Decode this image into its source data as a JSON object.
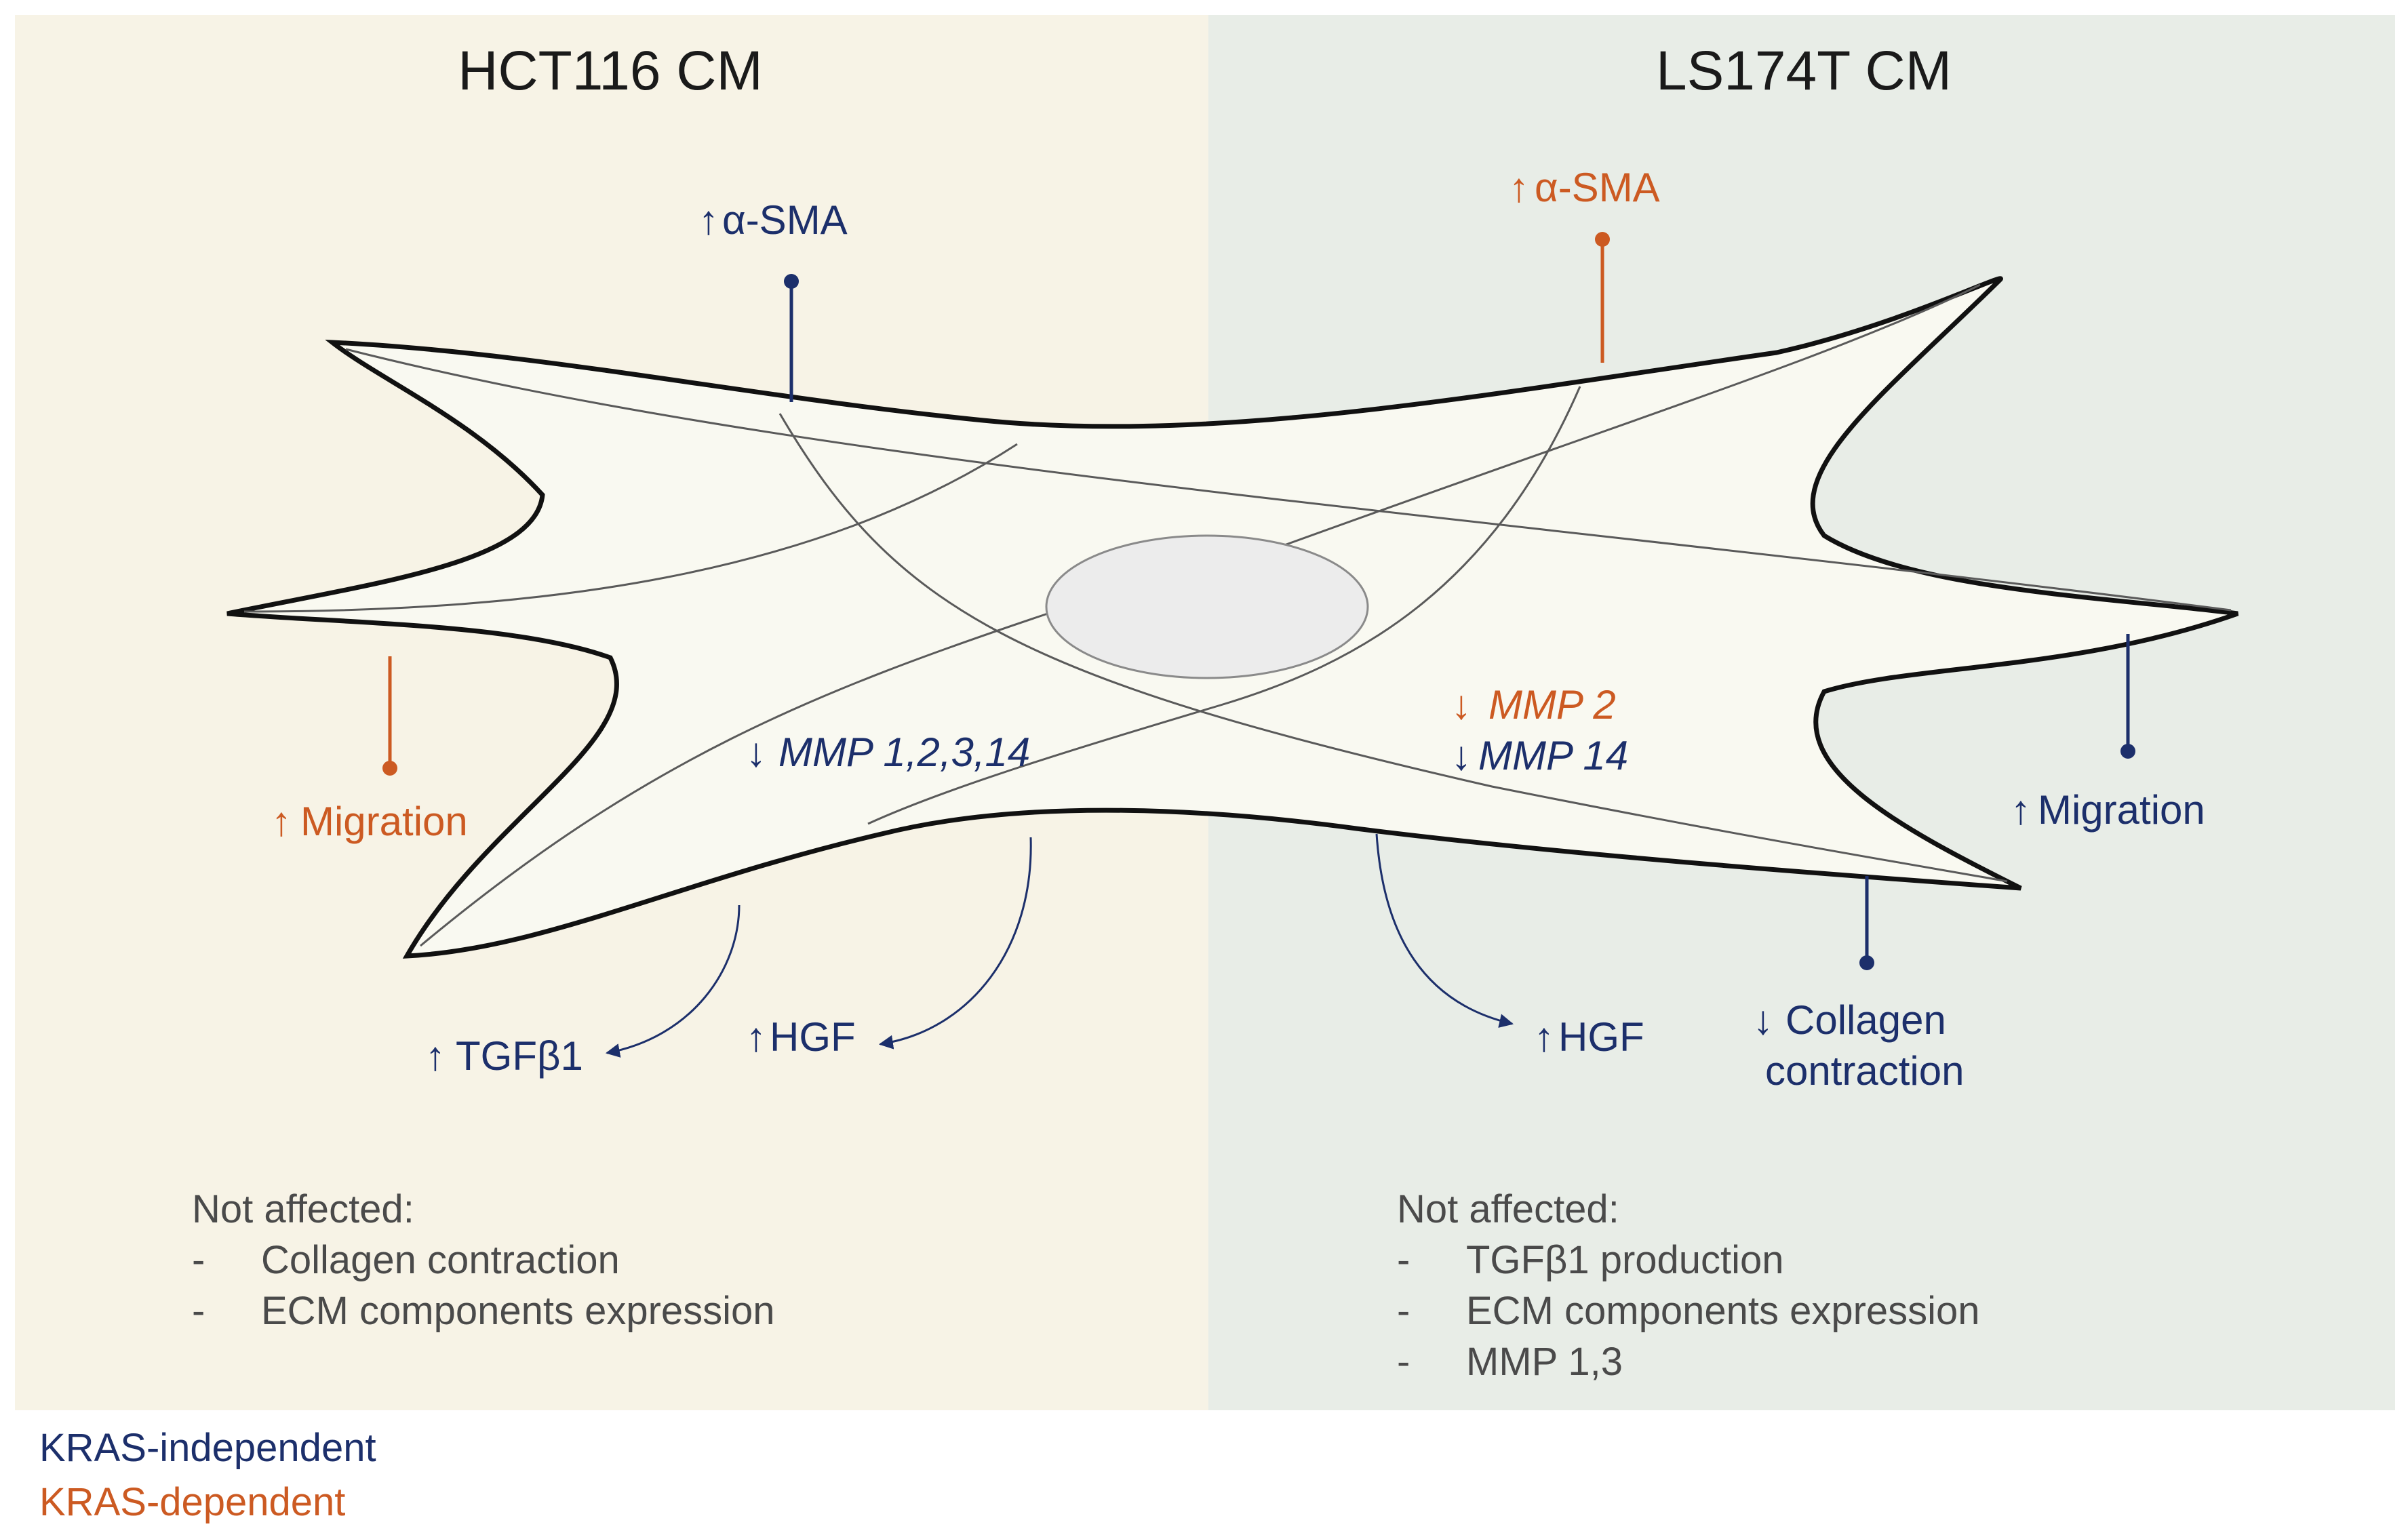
{
  "colors": {
    "left_panel_bg": "#f7f3e6",
    "right_panel_bg": "#e8ede7",
    "independent": "#1c2f6b",
    "dependent": "#cc5a22",
    "cell_fill": "#f9f9f1",
    "nucleus_fill": "#ececec",
    "outline": "#111111",
    "fiber": "#5a5a5a",
    "note_text": "#4a4a4a"
  },
  "left": {
    "title": "HCT116 CM",
    "alpha_sma": {
      "arrow": "↑",
      "label": "α-SMA"
    },
    "migration": {
      "arrow": "↑",
      "label": "Migration"
    },
    "mmp": {
      "arrow": "↓",
      "label": "MMP 1,2,3,14"
    },
    "tgfb1": {
      "arrow": "↑",
      "label": "TGFβ1"
    },
    "hgf": {
      "arrow": "↑",
      "label": "HGF"
    },
    "not_affected": {
      "heading": "Not affected:",
      "items": [
        "Collagen contraction",
        "ECM components expression"
      ]
    }
  },
  "right": {
    "title": "LS174T CM",
    "alpha_sma": {
      "arrow": "↑",
      "label": "α-SMA"
    },
    "migration": {
      "arrow": "↑",
      "label": "Migration"
    },
    "mmp2": {
      "arrow": "↓",
      "label": "MMP 2"
    },
    "mmp14": {
      "arrow": "↓",
      "label": "MMP 14"
    },
    "hgf": {
      "arrow": "↑",
      "label": "HGF"
    },
    "collagen": {
      "arrow": "↓",
      "line1": "Collagen",
      "line2": "contraction"
    },
    "not_affected": {
      "heading": "Not affected:",
      "items": [
        "TGFβ1 production",
        "ECM components expression",
        "MMP 1,3"
      ]
    }
  },
  "legend": {
    "independent": "KRAS-independent",
    "dependent": "KRAS-dependent"
  },
  "bullet": "-"
}
